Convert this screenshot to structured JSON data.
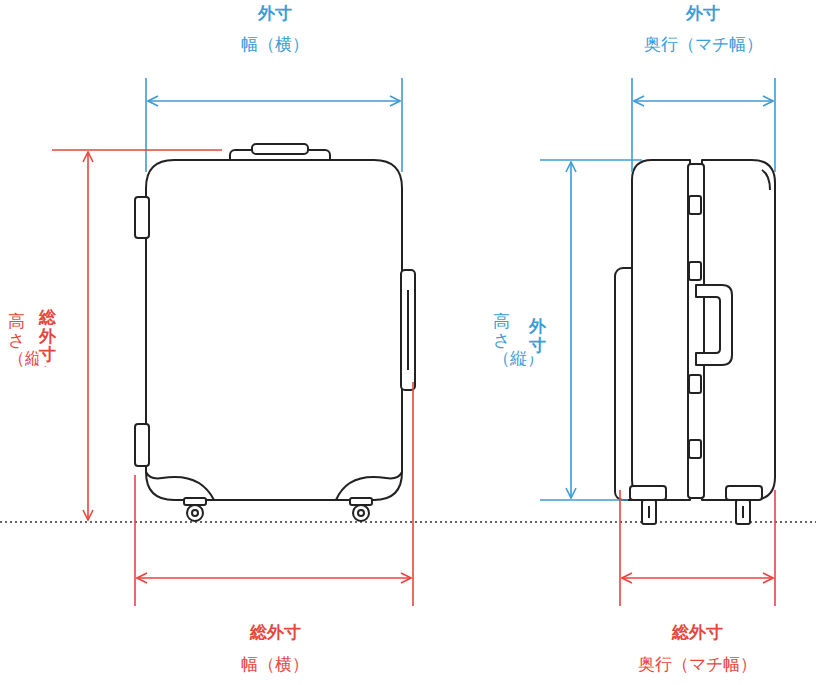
{
  "diagram": {
    "labels": [
      "外寸",
      "幅（横）",
      "外寸",
      "奥行（マチ幅）",
      "高さ（縦）",
      "総外寸",
      "高さ（縦）",
      "外寸",
      "総外寸",
      "幅（横）",
      "総外寸",
      "奥行（マチ幅）"
    ]
  }
}
